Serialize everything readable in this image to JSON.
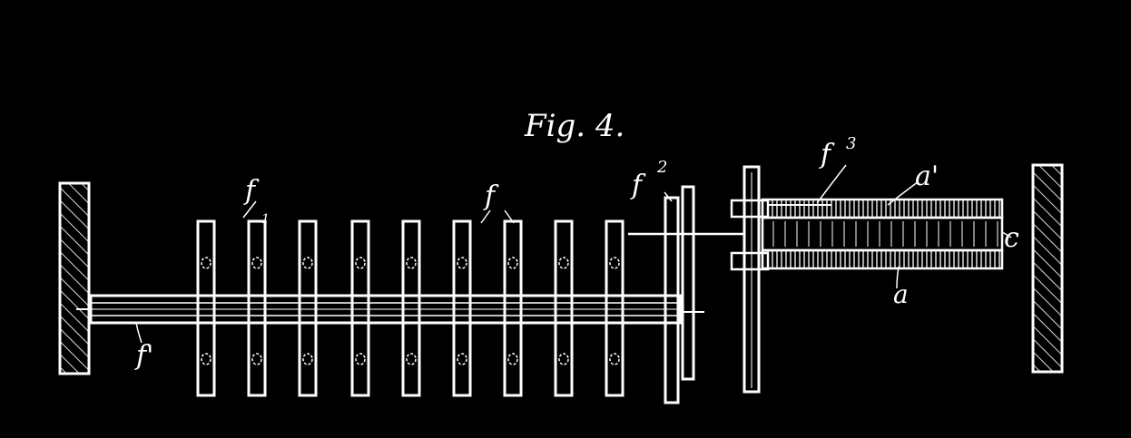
{
  "figure": {
    "title": "Fig. 4.",
    "labels": {
      "f_left": "f",
      "f_mid": "f",
      "f_sub": "1",
      "f1": "f'",
      "f2_base": "f",
      "f2_sup": "2",
      "f3_base": "f",
      "f3_sup": "3",
      "a1": "a'",
      "a": "a",
      "c": "c"
    }
  },
  "colors": {
    "background": "#000000",
    "ink": "#ffffff",
    "hatch": "#dddddd"
  }
}
